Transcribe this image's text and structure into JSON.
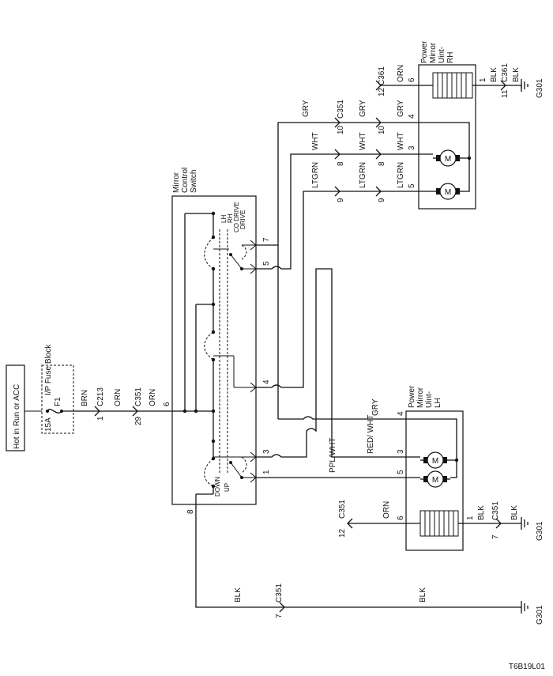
{
  "figure_code": "T6B19L01",
  "power_source": "Hot in Run or ACC",
  "fuse_block": {
    "name": "I/P Fuse Block",
    "fuse": "F1",
    "rating": "15A"
  },
  "switch": {
    "name": "Mirror Control Switch",
    "select_labels": [
      "LH",
      "RH"
    ],
    "up_down_labels": [
      "DOWN",
      "UP"
    ],
    "drive_labels": [
      "CO DRIVE",
      "DRIVE"
    ],
    "pins": [
      "7",
      "5",
      "4",
      "3",
      "1",
      "6",
      "8"
    ]
  },
  "mirror_rh": {
    "name": "Power Mirror Uint-RH",
    "pins": [
      "6",
      "4",
      "3",
      "5",
      "1"
    ]
  },
  "mirror_lh": {
    "name": "Power Mirror Uint-LH",
    "pins": [
      "4",
      "3",
      "5",
      "6",
      "1"
    ]
  },
  "connectors": {
    "c213": "C213",
    "c213_pin": "1",
    "c351_feed": "C351",
    "c351_feed_pin": "29",
    "c351_rh_gry": "C351",
    "c351_rh_gry_pin": "10",
    "c351_rh_wht_pin": "8",
    "c351_rh_ltgrn_pin": "9",
    "c361_orn": "C361",
    "c361_orn_pin": "12",
    "c361_gnd": "C361",
    "c361_gnd_pin": "11",
    "c351_lh_orn": "C351",
    "c351_lh_orn_pin": "12",
    "c351_lh_gnd": "C351",
    "c351_lh_gnd_pin": "7",
    "c351_sw_gnd": "C351",
    "c351_sw_gnd_pin": "7"
  },
  "wires": {
    "brn": "BRN",
    "orn": "ORN",
    "gry": "GRY",
    "wht": "WHT",
    "ltgrn": "LTGRN",
    "ppl_wht": "PPL/WHT",
    "red_wht": "RED/ WHT",
    "blk": "BLK"
  },
  "ground": "G301",
  "motor": "M"
}
